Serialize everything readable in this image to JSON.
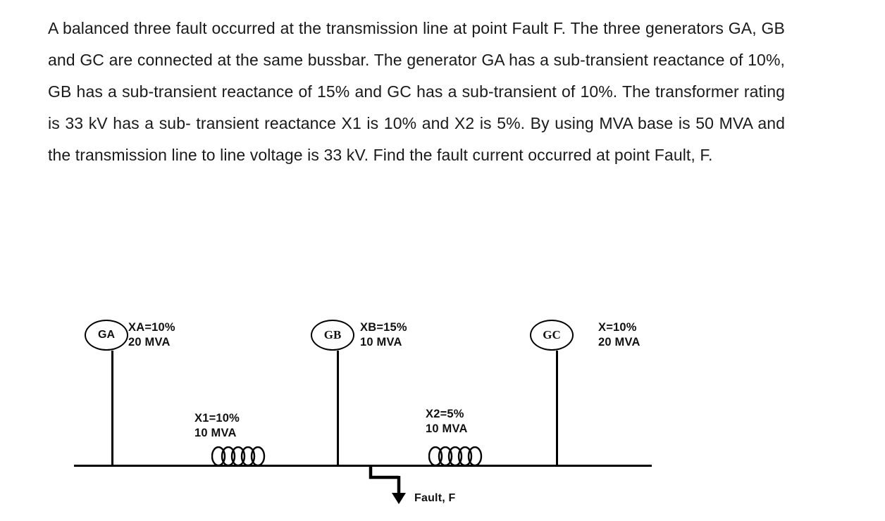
{
  "question": {
    "text": "A balanced three fault occurred at the transmission line at point Fault F. The three generators GA, GB and GC are connected at the same bussbar. The generator GA has a sub-transient reactance of 10%, GB has a sub-transient reactance of 15% and GC has a sub-transient of 10%. The transformer rating is 33 kV has a sub- transient reactance X1 is 10% and X2 is 5%. By using MVA base is 50 MVA and the transmission line to line voltage is 33 kV. Find the fault current occurred at point Fault, F."
  },
  "diagram": {
    "generators": [
      {
        "name": "GA",
        "spec": "XA=10%\n20 MVA"
      },
      {
        "name": "GB",
        "spec": "XB=15%\n10 MVA"
      },
      {
        "name": "GC",
        "spec": "X=10%\n20 MVA"
      }
    ],
    "transformers": [
      {
        "label": "X1=10%\n10 MVA"
      },
      {
        "label": "X2=5%\n10 MVA"
      }
    ],
    "fault": {
      "label": "Fault, F"
    }
  }
}
